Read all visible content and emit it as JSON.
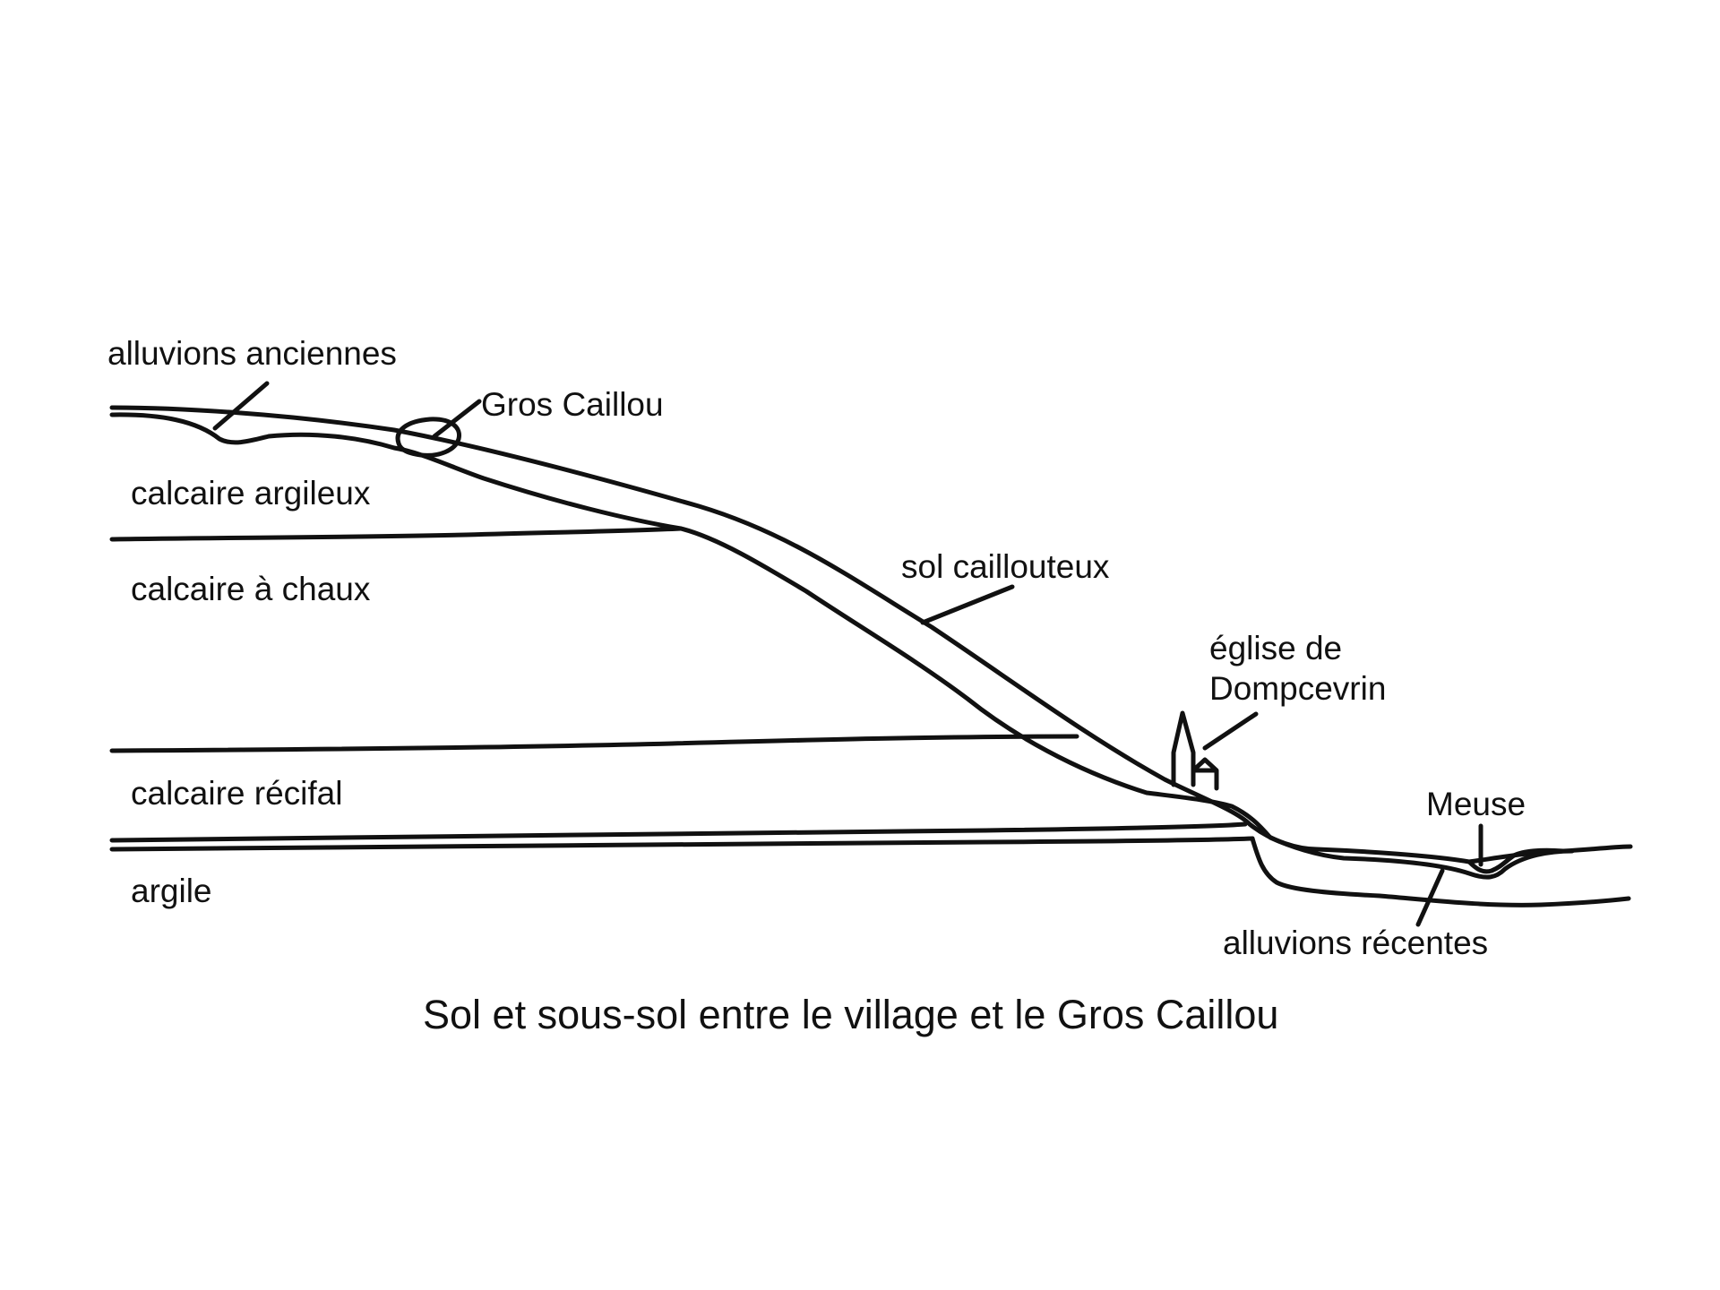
{
  "diagram": {
    "caption": "Sol et sous-sol entre le village et le Gros Caillou",
    "labels": {
      "alluvions_anciennes": "alluvions anciennes",
      "gros_caillou": "Gros Caillou",
      "calcaire_argileux": "calcaire argileux",
      "calcaire_a_chaux": "calcaire à chaux",
      "sol_caillouteux": "sol caillouteux",
      "eglise_line1": "église de",
      "eglise_line2": "Dompcevrin",
      "calcaire_recifal": "calcaire récifal",
      "meuse": "Meuse",
      "argile": "argile",
      "alluvions_recentes": "alluvions récentes"
    }
  }
}
